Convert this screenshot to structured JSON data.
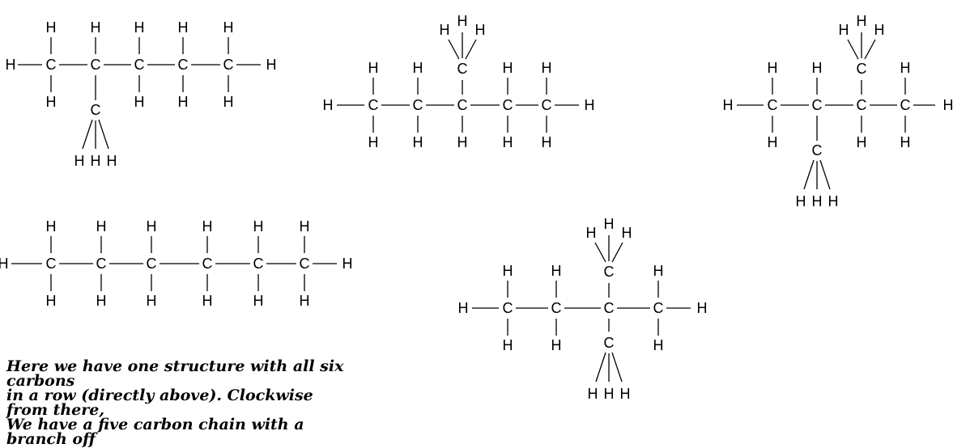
{
  "caption": {
    "lines": [
      "Here we have one structure with all six carbons",
      "in a row (directly above).  Clockwise from there,",
      "We have a five carbon chain with a branch off"
    ]
  },
  "atoms": {
    "carbon": "C",
    "hydrogen": "H"
  },
  "colors": {
    "ink": "#000000",
    "background": "#ffffff"
  }
}
